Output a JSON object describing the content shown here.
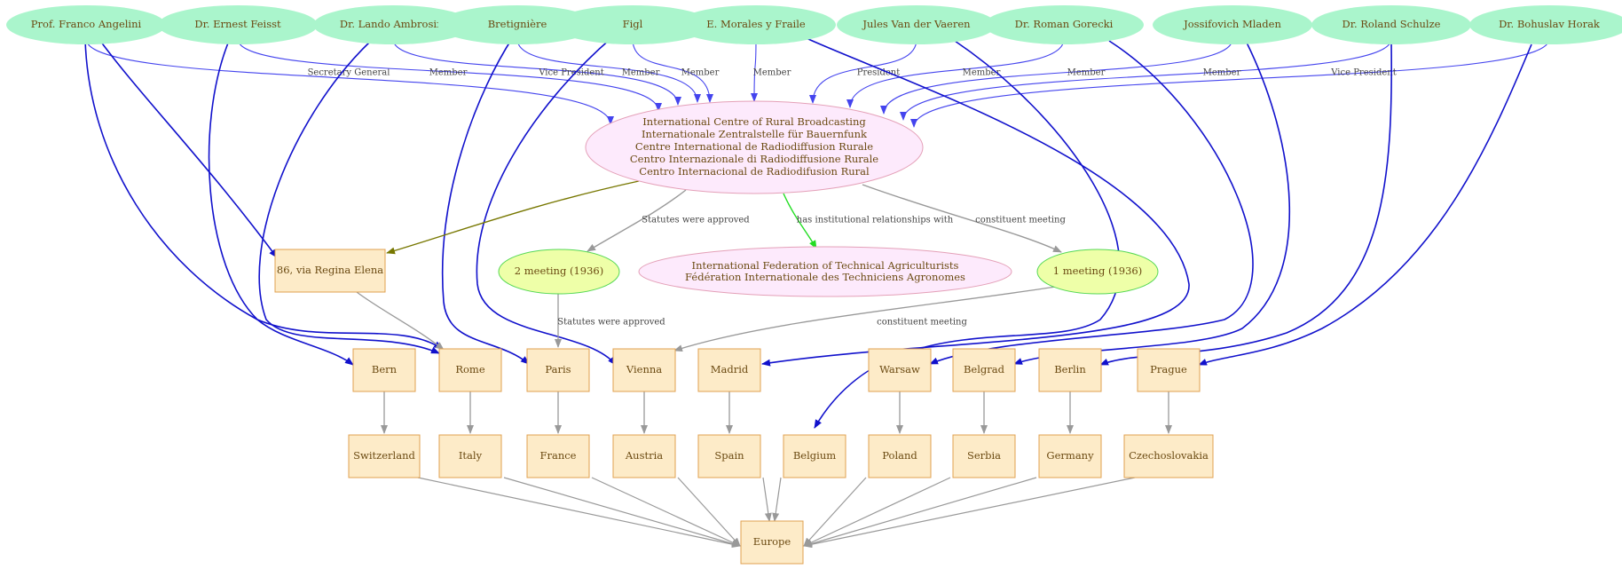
{
  "colors": {
    "person_fill": "#aaf5cc",
    "org_fill": "#fdeafc",
    "org_stroke": "#e4a0b8",
    "place_fill": "#fdebc8",
    "place_stroke": "#e0a050",
    "meeting_fill": "#eeffa8",
    "meeting_stroke": "#55d855",
    "node_text": "#6b4a12",
    "member_edge": "#4444ee",
    "location_edge": "#1111cc",
    "hq_edge": "#777700",
    "relation_edge": "#22dd22",
    "gray_edge": "#999999"
  },
  "people": [
    {
      "id": "angelini",
      "label": "Prof. Franco Angelini"
    },
    {
      "id": "feisst",
      "label": "Dr. Ernest Feisst"
    },
    {
      "id": "ambrosini",
      "label": "Dr. Lando Ambrosini"
    },
    {
      "id": "bretigniere",
      "label": "Bretignière"
    },
    {
      "id": "figl",
      "label": "Figl"
    },
    {
      "id": "morales",
      "label": "E. Morales y Fraile"
    },
    {
      "id": "vaeren",
      "label": "Jules Van der Vaeren"
    },
    {
      "id": "gorecki",
      "label": "Dr. Roman Gorecki"
    },
    {
      "id": "mladen",
      "label": "Jossifovich Mladen"
    },
    {
      "id": "schulze",
      "label": "Dr. Roland Schulze"
    },
    {
      "id": "horak",
      "label": "Dr. Bohuslav Horak"
    }
  ],
  "organization": {
    "lines": [
      "International Centre of Rural Broadcasting",
      "Internationale Zentralstelle für Bauernfunk",
      "Centre International de Radiodiffusion Rurale",
      "Centro Internazionale di Radiodiffusione Rurale",
      "Centro Internacional de Radiodifusion Rural"
    ]
  },
  "federation": {
    "lines": [
      "International Federation of Technical Agriculturists",
      "Fédération Internationale des Techniciens Agronomes"
    ]
  },
  "address": {
    "label": "86, via Regina Elena"
  },
  "meetings": [
    {
      "id": "m2",
      "label": "2 meeting (1936)"
    },
    {
      "id": "m1",
      "label": "1 meeting (1936)"
    }
  ],
  "cities": [
    {
      "id": "bern",
      "label": "Bern"
    },
    {
      "id": "rome",
      "label": "Rome"
    },
    {
      "id": "paris",
      "label": "Paris"
    },
    {
      "id": "vienna",
      "label": "Vienna"
    },
    {
      "id": "madrid",
      "label": "Madrid"
    },
    {
      "id": "warsaw",
      "label": "Warsaw"
    },
    {
      "id": "belgrad",
      "label": "Belgrad"
    },
    {
      "id": "berlin",
      "label": "Berlin"
    },
    {
      "id": "prague",
      "label": "Prague"
    }
  ],
  "countries": [
    {
      "id": "switzerland",
      "label": "Switzerland"
    },
    {
      "id": "italy",
      "label": "Italy"
    },
    {
      "id": "france",
      "label": "France"
    },
    {
      "id": "austria",
      "label": "Austria"
    },
    {
      "id": "spain",
      "label": "Spain"
    },
    {
      "id": "belgium",
      "label": "Belgium"
    },
    {
      "id": "poland",
      "label": "Poland"
    },
    {
      "id": "serbia",
      "label": "Serbia"
    },
    {
      "id": "germany",
      "label": "Germany"
    },
    {
      "id": "czechoslovakia",
      "label": "Czechoslovakia"
    }
  ],
  "continent": {
    "id": "europe",
    "label": "Europe"
  },
  "role_edges": [
    {
      "from": "angelini",
      "label": "Secretary General"
    },
    {
      "from": "feisst",
      "label": "Member"
    },
    {
      "from": "ambrosini",
      "label": "Vice President"
    },
    {
      "from": "bretigniere",
      "label": "Member"
    },
    {
      "from": "figl",
      "label": "Member"
    },
    {
      "from": "morales",
      "label": "Member"
    },
    {
      "from": "vaeren",
      "label": "President"
    },
    {
      "from": "gorecki",
      "label": "Member"
    },
    {
      "from": "mladen",
      "label": "Member"
    },
    {
      "from": "schulze",
      "label": "Member"
    },
    {
      "from": "horak",
      "label": "Vice President"
    }
  ],
  "org_edges": [
    {
      "to": "m2",
      "label": "Statutes were approved"
    },
    {
      "to": "federation",
      "label": "has institutional relationships with"
    },
    {
      "to": "m1",
      "label": "constituent meeting"
    },
    {
      "to": "address",
      "label": ""
    }
  ],
  "meeting_edges": [
    {
      "from": "m2",
      "to": "paris",
      "label": "Statutes were approved"
    },
    {
      "from": "m1",
      "to": "vienna",
      "label": "constituent meeting"
    }
  ],
  "person_city_edges": [
    {
      "from": "angelini",
      "to": "address"
    },
    {
      "from": "angelini",
      "to": "rome"
    },
    {
      "from": "feisst",
      "to": "bern"
    },
    {
      "from": "ambrosini",
      "to": "rome"
    },
    {
      "from": "bretigniere",
      "to": "paris"
    },
    {
      "from": "figl",
      "to": "vienna"
    },
    {
      "from": "morales",
      "to": "madrid"
    },
    {
      "from": "vaeren",
      "to": "belgium"
    },
    {
      "from": "gorecki",
      "to": "warsaw"
    },
    {
      "from": "mladen",
      "to": "belgrad"
    },
    {
      "from": "schulze",
      "to": "berlin"
    },
    {
      "from": "horak",
      "to": "prague"
    }
  ],
  "city_country_edges": [
    {
      "from": "bern",
      "to": "switzerland"
    },
    {
      "from": "rome",
      "to": "italy"
    },
    {
      "from": "paris",
      "to": "france"
    },
    {
      "from": "vienna",
      "to": "austria"
    },
    {
      "from": "madrid",
      "to": "spain"
    },
    {
      "from": "warsaw",
      "to": "poland"
    },
    {
      "from": "belgrad",
      "to": "serbia"
    },
    {
      "from": "berlin",
      "to": "germany"
    },
    {
      "from": "prague",
      "to": "czechoslovakia"
    }
  ],
  "address_edge": {
    "from": "address",
    "to": "rome"
  }
}
